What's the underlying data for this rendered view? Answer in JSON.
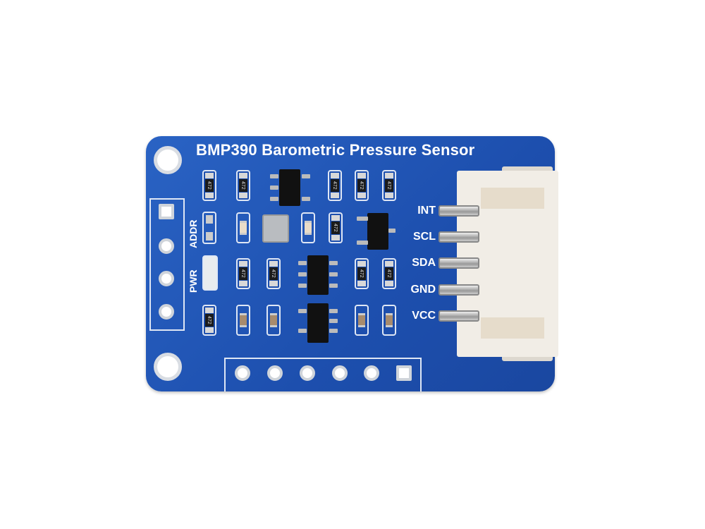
{
  "board": {
    "title": "BMP390 Barometric Pressure Sensor",
    "side_labels": [
      "ADDR",
      "PWR"
    ],
    "pin_labels": [
      "INT",
      "SCL",
      "SDA",
      "GND",
      "VCC"
    ],
    "resistor_marking": "472",
    "color": "#1f53b2"
  }
}
